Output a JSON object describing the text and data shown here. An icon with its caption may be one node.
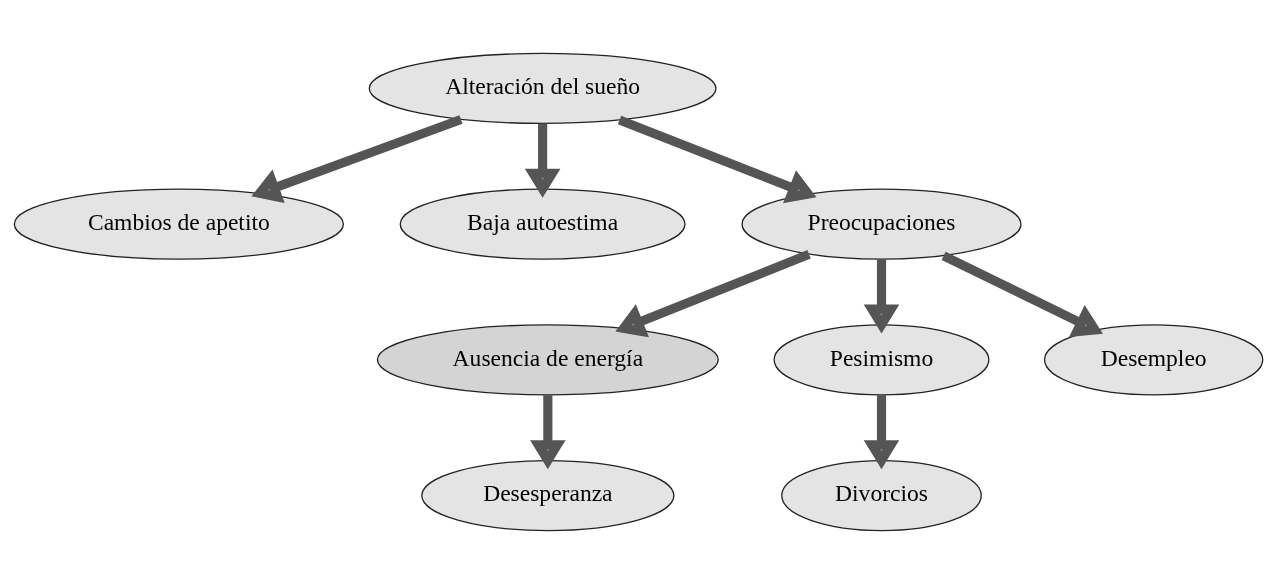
{
  "diagram": {
    "nodes": [
      {
        "text": [
          "Alteración del sueño"
        ]
      },
      {
        "text": [
          "Cambios de apetito"
        ]
      },
      {
        "text": [
          "Baja autoestima"
        ]
      },
      {
        "text": [
          "Preocupaciones"
        ]
      },
      {
        "text": [
          "Ausencia de energía"
        ]
      },
      {
        "text": [
          "Pesimismo"
        ]
      },
      {
        "text": [
          "Desesperanza"
        ]
      },
      {
        "text": [
          "Desempleo"
        ]
      },
      {
        "text": [
          "Divorcios"
        ]
      }
    ],
    "edges": [
      {
        "from": 0,
        "to": 1,
        "arrow": "to"
      },
      {
        "from": 0,
        "to": 3,
        "arrow": "to"
      },
      {
        "from": 0,
        "to": 2,
        "arrow": "to"
      },
      {
        "from": 3,
        "to": 4,
        "arrow": "to"
      },
      {
        "from": 3,
        "to": 7,
        "arrow": "to"
      },
      {
        "from": 3,
        "to": 5,
        "arrow": "to"
      },
      {
        "from": 4,
        "to": 6,
        "arrow": "to"
      },
      {
        "from": 5,
        "to": 8,
        "arrow": "to"
      }
    ]
  }
}
